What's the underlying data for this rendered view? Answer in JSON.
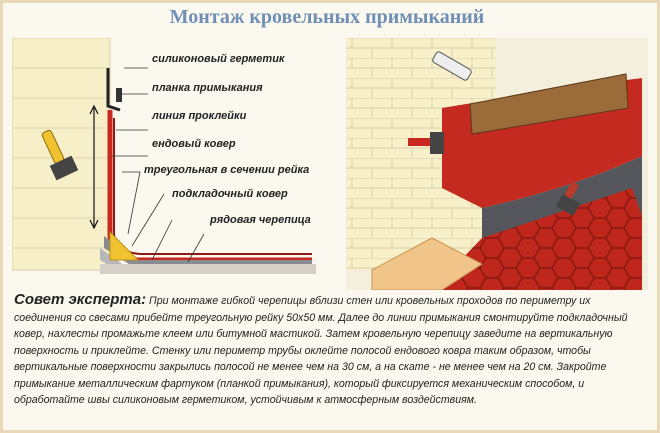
{
  "title": "Монтаж кровельных примыканий",
  "labels": {
    "silicone": "силиконовый герметик",
    "flashing_strip": "планка примыкания",
    "glue_line": "линия проклейки",
    "valley_carpet": "ендовый ковер",
    "triangular_rail": "треугольная в сечении рейка",
    "underlay_carpet": "подкладочный ковер",
    "row_shingles": "рядовая черепица"
  },
  "advice": {
    "heading": "Совет эксперта:",
    "text": "При монтаже гибкой черепицы вблизи стен или кровельных проходов по периметру их соединения со свесами прибейте треугольную рейку 50х50 мм. Далее до линии примыкания смонтируйте подкладочный ковер, нахлесты промажьте клеем или битумной мастикой. Затем кровельную черепицу заведите на вертикальную поверхность и приклейте. Стенку или периметр трубы оклейте полосой ендового ковра таким образом, чтобы вертикальные поверхности закрылись полосой не менее чем на 30 см, а на скате - не менее чем на 20 см. Закройте примыкание металлическим фартуком (планкой примыкания), который фиксируется механическим способом, и обработайте швы силиконовым герметиком, устойчивым к атмосферным воздействиям."
  },
  "colors": {
    "title": "#6f8fb6",
    "frame": "#e9d9b8",
    "wall": "#f5eec4",
    "red_carpet": "#c8281f",
    "slate": "#6d6e73",
    "yellow_rail": "#f1c230"
  },
  "icons": [
    "brush-icon",
    "silicone-tube-icon"
  ]
}
